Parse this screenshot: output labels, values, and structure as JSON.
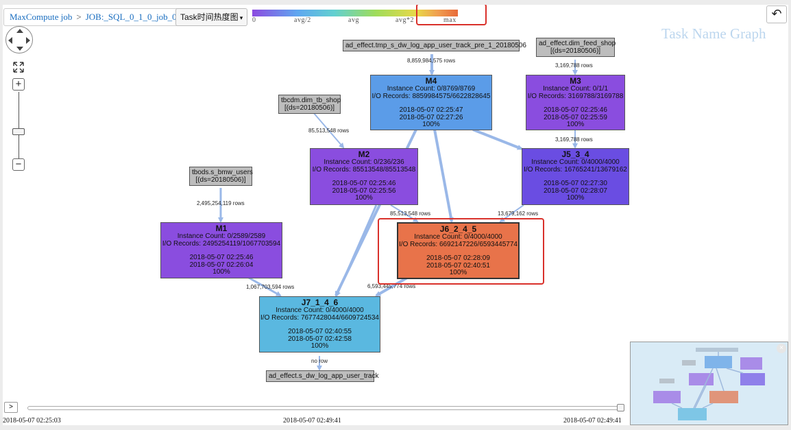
{
  "breadcrumb": {
    "root": "MaxCompute job",
    "separator": ">",
    "job": "JOB:_SQL_0_1_0_job_0"
  },
  "view_select": {
    "label": "Task时间热度图",
    "caret": "▾"
  },
  "heat_legend": {
    "labels": [
      "0",
      "avg/2",
      "avg",
      "avg*2",
      "max"
    ]
  },
  "watermark": "Task Name Graph",
  "toolbar": {
    "undo_glyph": "↶"
  },
  "zoom": {
    "plus": "+",
    "minus": "−"
  },
  "sources": [
    {
      "id": "src-track",
      "line1": "ad_effect.tmp_s_dw_log_app_user_track_pre_1_20180506",
      "line2": ""
    },
    {
      "id": "src-feed",
      "line1": "ad_effect.dim_feed_shop",
      "line2": "[(ds=20180506)]"
    },
    {
      "id": "src-tbshop",
      "line1": "tbcdm.dim_tb_shop",
      "line2": "[(ds=20180506)]"
    },
    {
      "id": "src-bmw",
      "line1": "tbods.s_bmw_users",
      "line2": "[(ds=20180506)]"
    },
    {
      "id": "sink-track",
      "line1": "ad_effect.s_dw_log_app_user_track",
      "line2": ""
    }
  ],
  "tasks": [
    {
      "id": "M4",
      "name": "M4",
      "instance": "Instance Count: 0/8769/8769",
      "io": "I/O Records: 8859984575/6622828645",
      "start": "2018-05-07 02:25:47",
      "end": "2018-05-07 02:27:26",
      "progress": "100%",
      "color": "#5b9ce8"
    },
    {
      "id": "M3",
      "name": "M3",
      "instance": "Instance Count: 0/1/1",
      "io": "I/O Records: 3169788/3169788",
      "start": "2018-05-07 02:25:46",
      "end": "2018-05-07 02:25:59",
      "progress": "100%",
      "color": "#8a4ddf"
    },
    {
      "id": "M2",
      "name": "M2",
      "instance": "Instance Count: 0/236/236",
      "io": "I/O Records: 85513548/85513548",
      "start": "2018-05-07 02:25:46",
      "end": "2018-05-07 02:25:56",
      "progress": "100%",
      "color": "#8a4ddf"
    },
    {
      "id": "J5_3_4",
      "name": "J5_3_4",
      "instance": "Instance Count: 0/4000/4000",
      "io": "I/O Records: 16765241/13679162",
      "start": "2018-05-07 02:27:30",
      "end": "2018-05-07 02:28:07",
      "progress": "100%",
      "color": "#6a4de2"
    },
    {
      "id": "M1",
      "name": "M1",
      "instance": "Instance Count: 0/2589/2589",
      "io": "I/O Records: 2495254119/1067703594",
      "start": "2018-05-07 02:25:46",
      "end": "2018-05-07 02:26:04",
      "progress": "100%",
      "color": "#8a4ddf"
    },
    {
      "id": "J6_2_4_5",
      "name": "J6_2_4_5",
      "instance": "Instance Count: 0/4000/4000",
      "io": "I/O Records: 6692147226/6593445774",
      "start": "2018-05-07 02:28:09",
      "end": "2018-05-07 02:40:51",
      "progress": "100%",
      "color": "#e8734a"
    },
    {
      "id": "J7_1_4_6",
      "name": "J7_1_4_6",
      "instance": "Instance Count: 0/4000/4000",
      "io": "I/O Records: 7677428044/6609724534",
      "start": "2018-05-07 02:40:55",
      "end": "2018-05-07 02:42:58",
      "progress": "100%",
      "color": "#5ab8e0"
    }
  ],
  "edge_labels": {
    "track_m4": "8,859,984,575 rows",
    "feed_m3": "3,169,788 rows",
    "m3_j5": "3,169,788 rows",
    "tbshop_m2": "85,513,548 rows",
    "bmw_m1": "2,495,254,119 rows",
    "m2_j6": "85,513,548 rows",
    "j5_j6": "13,679,162 rows",
    "m1_j7": "1,067,703,594 rows",
    "j6_j7": "6,593,445,774 rows",
    "j7_sink": "no row"
  },
  "timeline": {
    "play": ">",
    "start": "2018-05-07 02:25:03",
    "mid": "2018-05-07 02:49:41",
    "end": "2018-05-07 02:49:41"
  },
  "minimap": {
    "close": "×"
  },
  "colors": {
    "link": "#1a6ec0",
    "edge": "#9ab8e8",
    "highlight": "#d9302a"
  }
}
